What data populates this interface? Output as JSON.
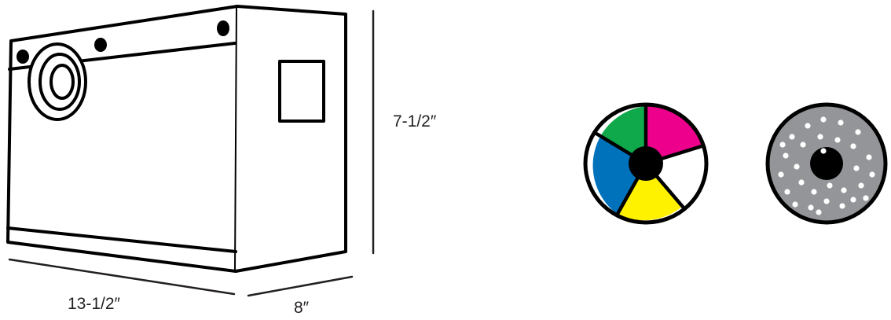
{
  "dimensions": {
    "height": "7-1/2″",
    "width": "13-1/2″",
    "depth": "8″"
  },
  "colors": {
    "stroke": "#000000",
    "wheel_green": "#0fa84b",
    "wheel_magenta": "#ec008c",
    "wheel_white": "#ffffff",
    "wheel_yellow": "#fff200",
    "wheel_blue": "#0072bc",
    "gobo_gray": "#939598"
  },
  "parts": [
    {
      "name": "projector-box",
      "icon": "box-with-lens-icon"
    },
    {
      "name": "color-wheel",
      "segments": [
        "green",
        "magenta",
        "white",
        "yellow",
        "blue"
      ]
    },
    {
      "name": "dot-pattern-wheel",
      "icon": "perforated-disc-icon"
    }
  ]
}
